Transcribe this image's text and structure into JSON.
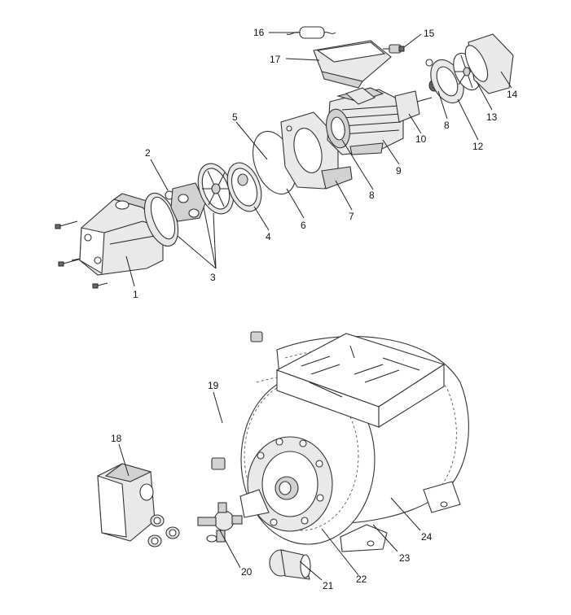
{
  "diagram": {
    "callouts": [
      "1",
      "2",
      "3",
      "4",
      "5",
      "6",
      "7",
      "8",
      "8",
      "9",
      "10",
      "12",
      "13",
      "14",
      "15",
      "16",
      "17",
      "18",
      "19",
      "20",
      "21",
      "22",
      "23",
      "24"
    ]
  }
}
